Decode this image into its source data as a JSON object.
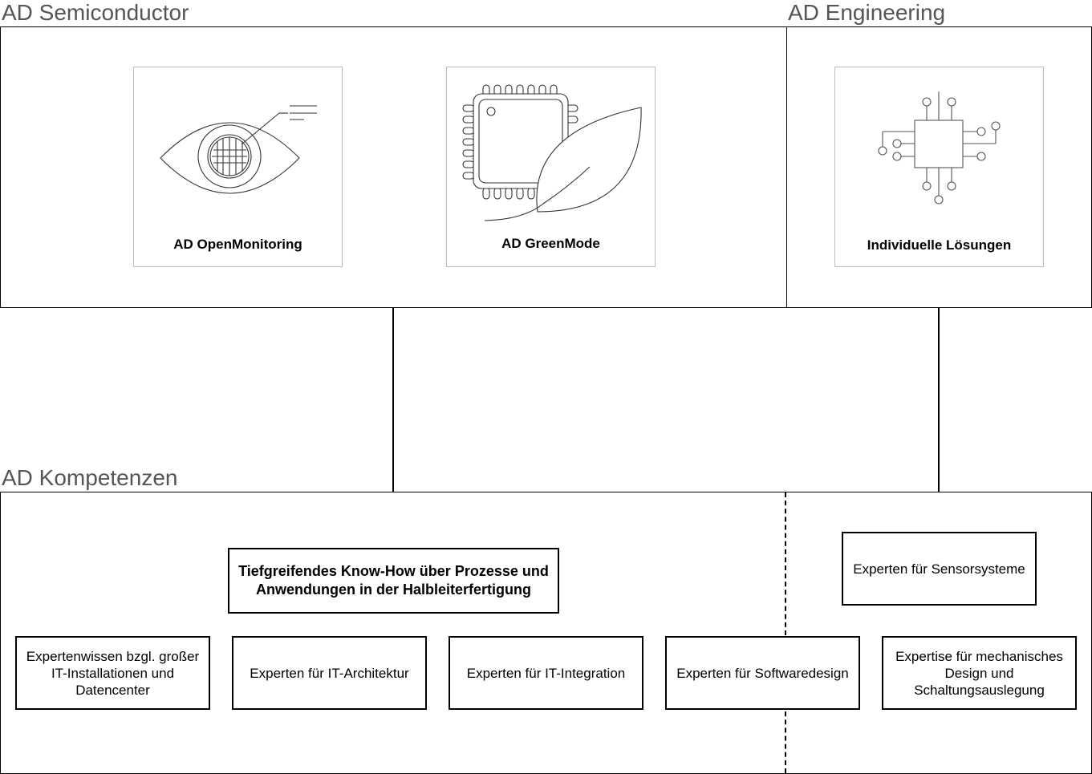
{
  "sections": {
    "semiconductor": "AD Semiconductor",
    "engineering": "AD Engineering",
    "kompetenzen": "AD Kompetenzen"
  },
  "products": [
    {
      "label": "AD OpenMonitoring",
      "icon": "eye-chip-icon"
    },
    {
      "label": "AD GreenMode",
      "icon": "chip-leaf-icon"
    },
    {
      "label": "Individuelle Lösungen",
      "icon": "circuit-chip-icon"
    }
  ],
  "competences": {
    "know_how": "Tiefgreifendes Know-How über Prozesse und Anwendungen in der Halbleiterfertigung",
    "sensorsysteme": "Experten für Sensorsysteme",
    "it_installationen": "Expertenwissen bzgl. großer IT-Installationen und Datencenter",
    "it_architektur": "Experten für IT-Architektur",
    "it_integration": "Experten für IT-Integration",
    "softwaredesign": "Experten für Softwaredesign",
    "mechanisches_design": "Expertise für mechanisches Design und Schaltungsauslegung"
  },
  "colors": {
    "label_gray": "#555555",
    "line": "#000000",
    "card_border": "#bdbdbd"
  }
}
